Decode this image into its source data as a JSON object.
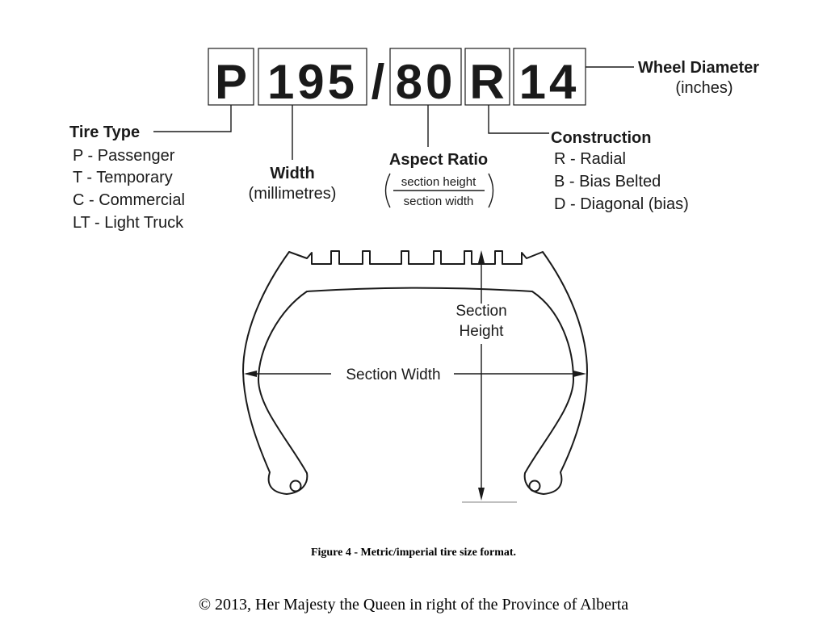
{
  "tire_code": {
    "type_letter": "P",
    "width": "195",
    "slash": "/",
    "aspect": "80",
    "construction_letter": "R",
    "diameter": "14"
  },
  "labels": {
    "wheel_diameter": {
      "title": "Wheel Diameter",
      "unit": "(inches)"
    },
    "tire_type": {
      "title": "Tire Type",
      "items": [
        "P - Passenger",
        "T - Temporary",
        "C - Commercial",
        "LT - Light Truck"
      ]
    },
    "width": {
      "title": "Width",
      "unit": "(millimetres)"
    },
    "aspect_ratio": {
      "title": "Aspect Ratio",
      "numerator": "section height",
      "denominator": "section width"
    },
    "construction": {
      "title": "Construction",
      "items": [
        "R - Radial",
        "B - Bias Belted",
        "D - Diagonal (bias)"
      ]
    }
  },
  "diagram": {
    "section_height": [
      "Section",
      "Height"
    ],
    "section_width": "Section Width"
  },
  "caption": "Figure 4 - Metric/imperial tire size format.",
  "copyright": "© 2013, Her Majesty the Queen in right of the Province of Alberta"
}
